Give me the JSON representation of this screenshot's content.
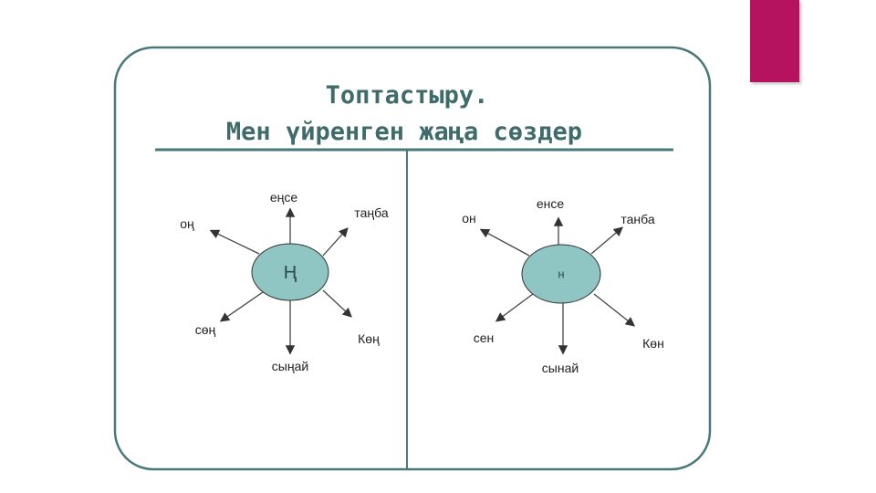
{
  "slide": {
    "title_line1": "Топтастыру.",
    "title_line2": "Мен үйренген жаңа сөздер",
    "accent_color": "#b5135f",
    "frame_color": "#4a7878"
  },
  "left_diagram": {
    "center": "Ң",
    "words": [
      "еңсе",
      "таңба",
      "оң",
      "сөң",
      "сыңай",
      "Көң"
    ]
  },
  "right_diagram": {
    "center": "н",
    "words": [
      "енсе",
      "танба",
      "он",
      "сен",
      "сынай",
      "Көн"
    ]
  }
}
